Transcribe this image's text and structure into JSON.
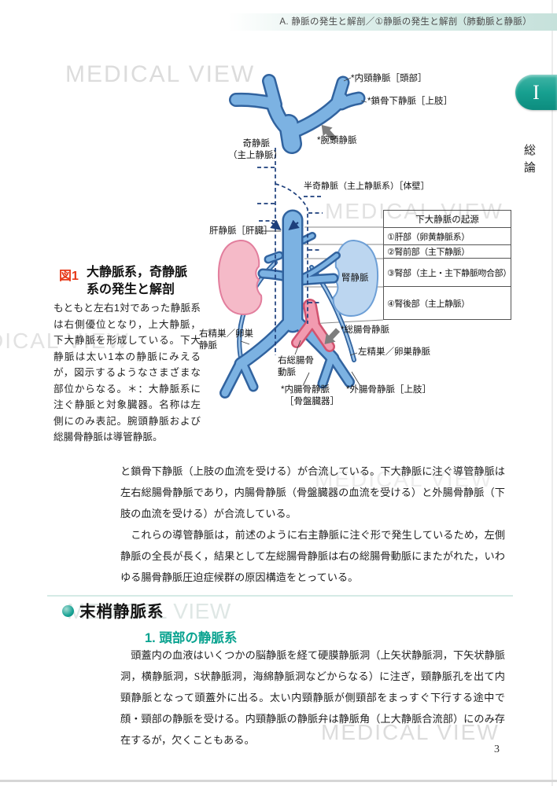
{
  "page": {
    "header_breadcrumb": "A. 静脈の発生と解剖／①静脈の発生と解剖（肺動脈と静脈）",
    "side_tab": {
      "numeral": "I",
      "label": "総論"
    },
    "page_number": "3",
    "watermark": "MEDICAL VIEW"
  },
  "figure": {
    "label": "図1",
    "title": [
      "大静脈系，奇静脈",
      "系の発生と解剖"
    ],
    "caption": "もともと左右1対であった静脈系は右側優位となり，上大静脈，下大静脈を形成している。下大静脈は太い1本の静脈にみえるが，図示するようなさまざまな部位からなる。＊：大静脈系に注ぐ静脈と対象臓器。名称は左側にのみ表記。腕頭静脈および総腸骨静脈は導管静脈。",
    "labels": {
      "internal_jugular": "*内頸静脈［頭部］",
      "subclavian": "*鎖骨下静脈［上肢］",
      "brachiocephalic": "*腕頭静脈",
      "azygos": [
        "奇静脈",
        "（主上静脈）"
      ],
      "hemiazygos": "半奇静脈（主上静脈系）［体壁］",
      "hepatic": "肝静脈［肝臓］",
      "renal": "腎静脈",
      "right_gonadal": [
        "右精巣／卵巣",
        "静脈"
      ],
      "left_gonadal": "左精巣／卵巣静脈",
      "common_iliac": "*総腸骨静脈",
      "right_common_iliac_artery": [
        "右総腸骨",
        "動脈"
      ],
      "internal_iliac": [
        "*内腸骨静脈",
        "［骨盤臓器］"
      ],
      "external_iliac": "*外腸骨静脈［上肢］"
    },
    "table": {
      "header": "下大静脈の起源",
      "rows": [
        "①肝部（卵黄静脈系）",
        "②腎前部（主下静脈）",
        "③腎部（主上・主下静脈吻合部）",
        "④腎後部（主上静脈）"
      ]
    }
  },
  "body": {
    "paragraph1": "と鎖骨下静脈（上肢の血流を受ける）が合流している。下大静脈に注ぐ導管静脈は左右総腸骨静脈であり，内腸骨静脈（骨盤臓器の血流を受ける）と外腸骨静脈（下肢の血流を受ける）が合流している。",
    "paragraph2": "これらの導管静脈は，前述のように右主静脈に注ぐ形で発生しているため，左側静脈の全長が長く，結果として左総腸骨静脈は右の総腸骨動脈にまたがれた，いわゆる腸骨静脈圧迫症候群の原因構造をとっている。",
    "section_heading": "末梢静脈系",
    "subsection_heading": "1. 頭部の静脈系",
    "paragraph3": "頭蓋内の血液はいくつかの脳静脈を経て硬膜静脈洞（上矢状静脈洞，下矢状静脈洞，横静脈洞，S状静脈洞，海綿静脈洞などからなる）に注ぎ，頸静脈孔を出て内頸静脈となって頭蓋外に出る。太い内頸静脈が側頸部をまっすぐ下行する途中で顔・頸部の静脈を受ける。内頸静脈の静脈弁は静脈角（上大静脈合流部）にのみ存在するが，欠くこともある。"
  },
  "colors": {
    "accent_teal": "#12a192",
    "heading_teal": "#0aa390",
    "figure_label_red": "#e73817",
    "vein_blue_fill": "#7cb2e2",
    "vein_blue_outline": "#31639f",
    "kidney_pink_fill": "#f5bac8",
    "kidney_pink_outline": "#e27e9d",
    "kidney_blue_fill": "#bcd6f0",
    "kidney_blue_outline": "#6d9fd6",
    "artery_pink_fill": "#f29bb0",
    "artery_pink_outline": "#d1536f",
    "dashed_navy": "#1d3f7c",
    "watermark_gray": "#dcdcdc"
  }
}
